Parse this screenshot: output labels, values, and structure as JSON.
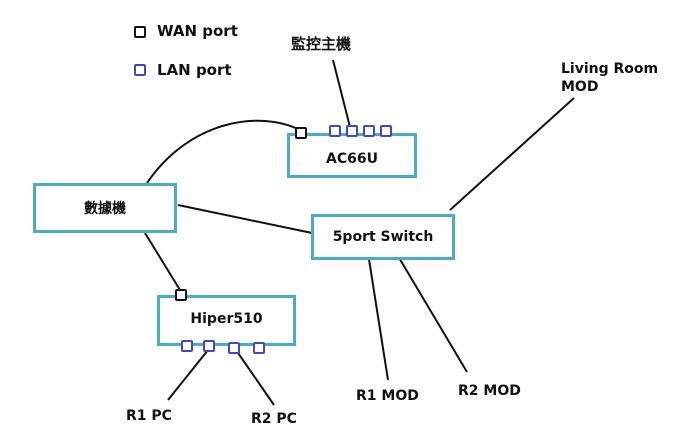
{
  "legend": {
    "wan_label": "WAN port",
    "lan_label": "LAN port",
    "wan_color": "#111111",
    "lan_color": "#3f48cc"
  },
  "devices": {
    "modem": "數據機",
    "ac66u": "AC66U",
    "switch": "5port Switch",
    "hiper": "Hiper510"
  },
  "endpoints": {
    "monitor_host": "監控主機",
    "living_room_mod_line1": "Living Room",
    "living_room_mod_line2": "MOD",
    "r1_mod": "R1 MOD",
    "r2_mod": "R2 MOD",
    "r1_pc": "R1 PC",
    "r2_pc": "R2 PC"
  },
  "colors": {
    "box_border": "#4aacc5",
    "wire": "#111111"
  }
}
